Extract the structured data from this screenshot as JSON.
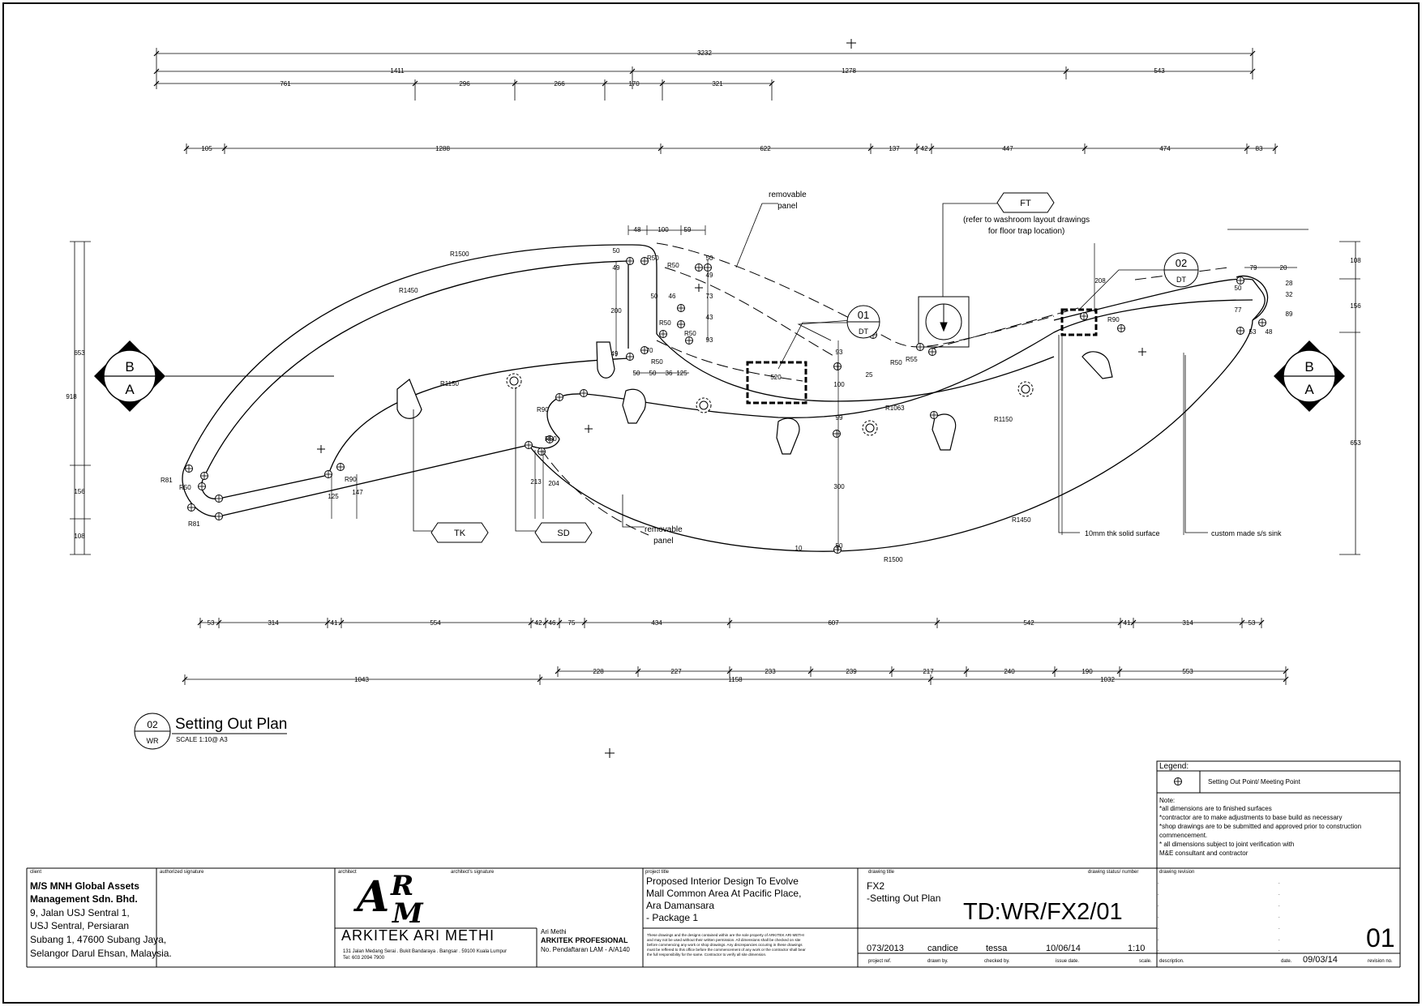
{
  "drawing": {
    "overall_dims": {
      "total": "3232",
      "row2": [
        "1411",
        "1278",
        "543"
      ],
      "row3": [
        "761",
        "296",
        "266",
        "170",
        "321"
      ],
      "row4": [
        "105",
        "1288",
        "622",
        "137",
        "42",
        "447",
        "474",
        "83"
      ],
      "bottom1": [
        "53",
        "314",
        "41",
        "554",
        "42",
        "46",
        "75",
        "434",
        "607",
        "542",
        "41",
        "314",
        "53"
      ],
      "bottom2_top": [
        "228",
        "227",
        "233",
        "239",
        "217",
        "240",
        "190",
        "553"
      ],
      "bottom2_base": [
        "1043",
        "1158",
        "1032"
      ],
      "left": [
        "653",
        "918",
        "156",
        "108"
      ],
      "right": [
        "108",
        "156",
        "653"
      ]
    },
    "radii": [
      "R1500",
      "R1450",
      "R1150",
      "R90",
      "R50",
      "R81",
      "R50",
      "R81",
      "R50",
      "R50",
      "R50",
      "R50",
      "R55",
      "R1063",
      "R1150",
      "R90",
      "R50",
      "R1450",
      "R1500",
      "R90",
      "R50"
    ],
    "small_dims": [
      "48",
      "100",
      "59",
      "50",
      "49",
      "50",
      "200",
      "50",
      "46",
      "73",
      "43",
      "49",
      "93",
      "70",
      "50",
      "36",
      "125",
      "50",
      "49",
      "520",
      "93",
      "100",
      "25",
      "99",
      "300",
      "50",
      "213",
      "204",
      "125",
      "147",
      "208",
      "79",
      "20",
      "28",
      "32",
      "89",
      "77",
      "53",
      "48",
      "50",
      "10"
    ],
    "callouts": {
      "removable_panel_top": "removable\npanel",
      "removable_panel_bottom": "removable\npanel",
      "ft": "FT",
      "ft_note": "(refer to washroom layout drawings\nfor floor trap location)",
      "tk": "TK",
      "sd": "SD",
      "solid_surface": "10mm thk solid surface",
      "sink": "custom made s/s sink",
      "dt1_num": "01",
      "dt1_tag": "DT",
      "dt2_num": "02",
      "dt2_tag": "DT",
      "section_b": "B",
      "section_a": "A"
    },
    "view_title": {
      "number": "02",
      "sheet": "WR",
      "title": "Setting Out Plan",
      "scale": "SCALE 1:10@ A3"
    }
  },
  "legend": {
    "heading": "Legend:",
    "item": "Setting Out Point/ Meeting Point",
    "notes_heading": "Note:",
    "notes": [
      "*all dimensions are to finished surfaces",
      "*contractor are to make adjustments to base build as necessary",
      "*shop drawings are to be submitted and approved prior to construction",
      "commencement.",
      "  * all dimensions subject to joint verification with",
      "  M&E consultant and contractor"
    ]
  },
  "title_block": {
    "client_label": "client",
    "auth_label": "authorized signature",
    "client_name_1": "M/S MNH Global Assets",
    "client_name_2": "Management Sdn. Bhd.",
    "client_addr": [
      "9, Jalan USJ Sentral 1,",
      "USJ Sentral, Persiaran",
      "Subang 1, 47600 Subang Jaya,",
      "Selangor Darul Ehsan, Malaysia."
    ],
    "architect_label": "architect",
    "arch_sig_label": "architect's signature",
    "logo_text": "ARKITEK ARI METHI",
    "logo_mark": "ARM",
    "arch_addr": "131 Jalan Medang Serai . Bukit Bandaraya . Bangsar . 59100 Kuala Lumpur",
    "arch_tel": "Tel: 603 2094 7900",
    "arch_name": "Ari Methi",
    "arch_title": "ARKITEK PROFESIONAL",
    "arch_reg": "No. Pendaftaran LAM - A/A140",
    "project_label": "project title",
    "project_title": [
      "Proposed Interior Design To Evolve",
      "Mall Common Area At Pacific Place,",
      "Ara Damansara",
      "- Package 1"
    ],
    "disclaimer": [
      "These drawings and the designs contained within are the sole property of ARKITEK ARI METHI",
      "and may not be used without their written permission. All dimensions shall be checked on site",
      "before commencing any work or shop drawings. Any discrepancies occuring in these drawings",
      "must be reffered to this office before the commencement of any work or the contractor shall bear",
      "the full responsibility for the same. Contractor to verify all site dimension."
    ],
    "drawing_title_label": "drawing title",
    "status_label": "drawing status/ number",
    "drawing_title": [
      "FX2",
      "-Setting Out Plan"
    ],
    "drawing_number": "TD:WR/FX2/01",
    "project_ref": "073/2013",
    "drawn_by": "candice",
    "checked_by": "tessa",
    "issue_date": "10/06/14",
    "scale": "1:10",
    "project_ref_label": "project ref.",
    "drawn_by_label": "drawn by.",
    "checked_by_label": "checked by.",
    "issue_date_label": "issue date.",
    "scale_label": "scale.",
    "revision_label": "drawing revision",
    "description_label": "description.",
    "date_label": "date.",
    "revision_date": "09/03/14",
    "revision_no_label": "revision no.",
    "revision_no": "01"
  }
}
